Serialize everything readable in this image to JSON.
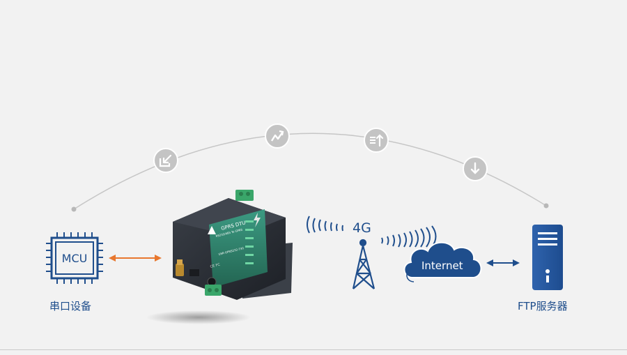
{
  "colors": {
    "background": "#f2f2f2",
    "primary_blue": "#1f4e8c",
    "orange_arrow": "#e8772e",
    "arc_line": "#c6c6c6",
    "icon_circle": "#c4c4c4",
    "device_body": "#2c3037",
    "device_panel": "#2f7f6c",
    "terminal_green": "#3aa66a"
  },
  "nodes": {
    "mcu": {
      "chip_text": "MCU",
      "caption": "串口设备"
    },
    "dtu": {
      "line1": "GPRS DTU",
      "line2": "RS232/485 To GPRS",
      "line3": "USR-GPRS232-730",
      "marks": "CE FC"
    },
    "tower": {
      "label": "4G"
    },
    "cloud": {
      "label": "Internet"
    },
    "server": {
      "caption": "FTP服务器"
    }
  },
  "arc_icons": [
    {
      "name": "download-into-icon"
    },
    {
      "name": "trend-up-icon"
    },
    {
      "name": "list-upload-icon"
    },
    {
      "name": "download-arrow-icon"
    }
  ]
}
